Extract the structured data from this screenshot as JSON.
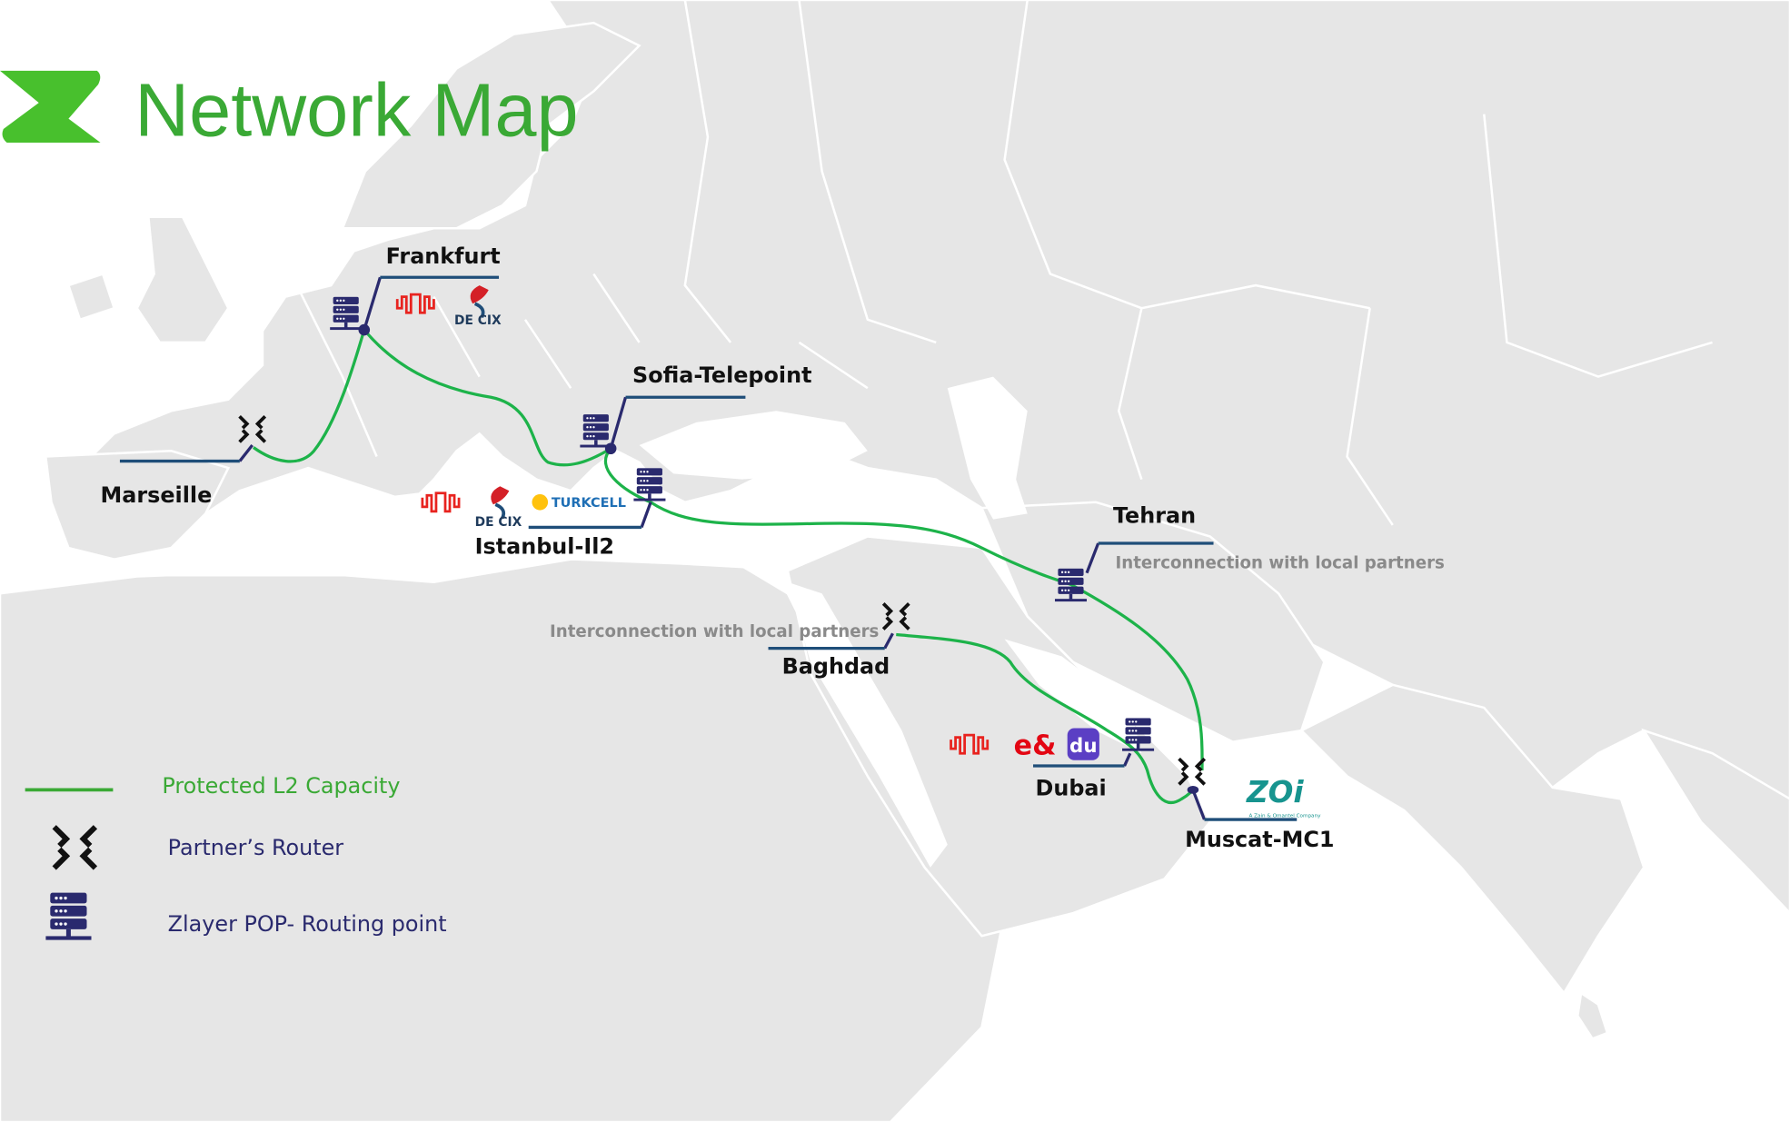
{
  "header": {
    "title": "Network Map"
  },
  "cities": {
    "frankfurt": "Frankfurt",
    "marseille": "Marseille",
    "sofia": "Sofia-Telepoint",
    "istanbul": "Istanbul-Il2",
    "tehran": "Tehran",
    "baghdad": "Baghdad",
    "dubai": "Dubai",
    "muscat": "Muscat-MC1"
  },
  "notes": {
    "tehran": "Interconnection with local partners",
    "baghdad": "Interconnection with local partners"
  },
  "partner_logos": {
    "decix": "DE CIX",
    "turkcell": "TURKCELL",
    "eand": "e&",
    "du": "du",
    "zoi": "ZOi",
    "zoi_tagline": "A Zain & Omantel Company"
  },
  "legend": {
    "items": [
      {
        "label": "Protected L2 Capacity",
        "icon": "green-line",
        "color": "#3aa935"
      },
      {
        "label": "Partner’s Router",
        "icon": "router-icon",
        "color": "#2a2a6e"
      },
      {
        "label": "Zlayer POP- Routing point",
        "icon": "server-icon",
        "color": "#2a2a6e"
      }
    ]
  },
  "colors": {
    "brand": "#48c02d",
    "route": "#1db34a",
    "pop": "#2a2a6e",
    "leader": "#1f4e79",
    "land": "#e6e6e6"
  }
}
